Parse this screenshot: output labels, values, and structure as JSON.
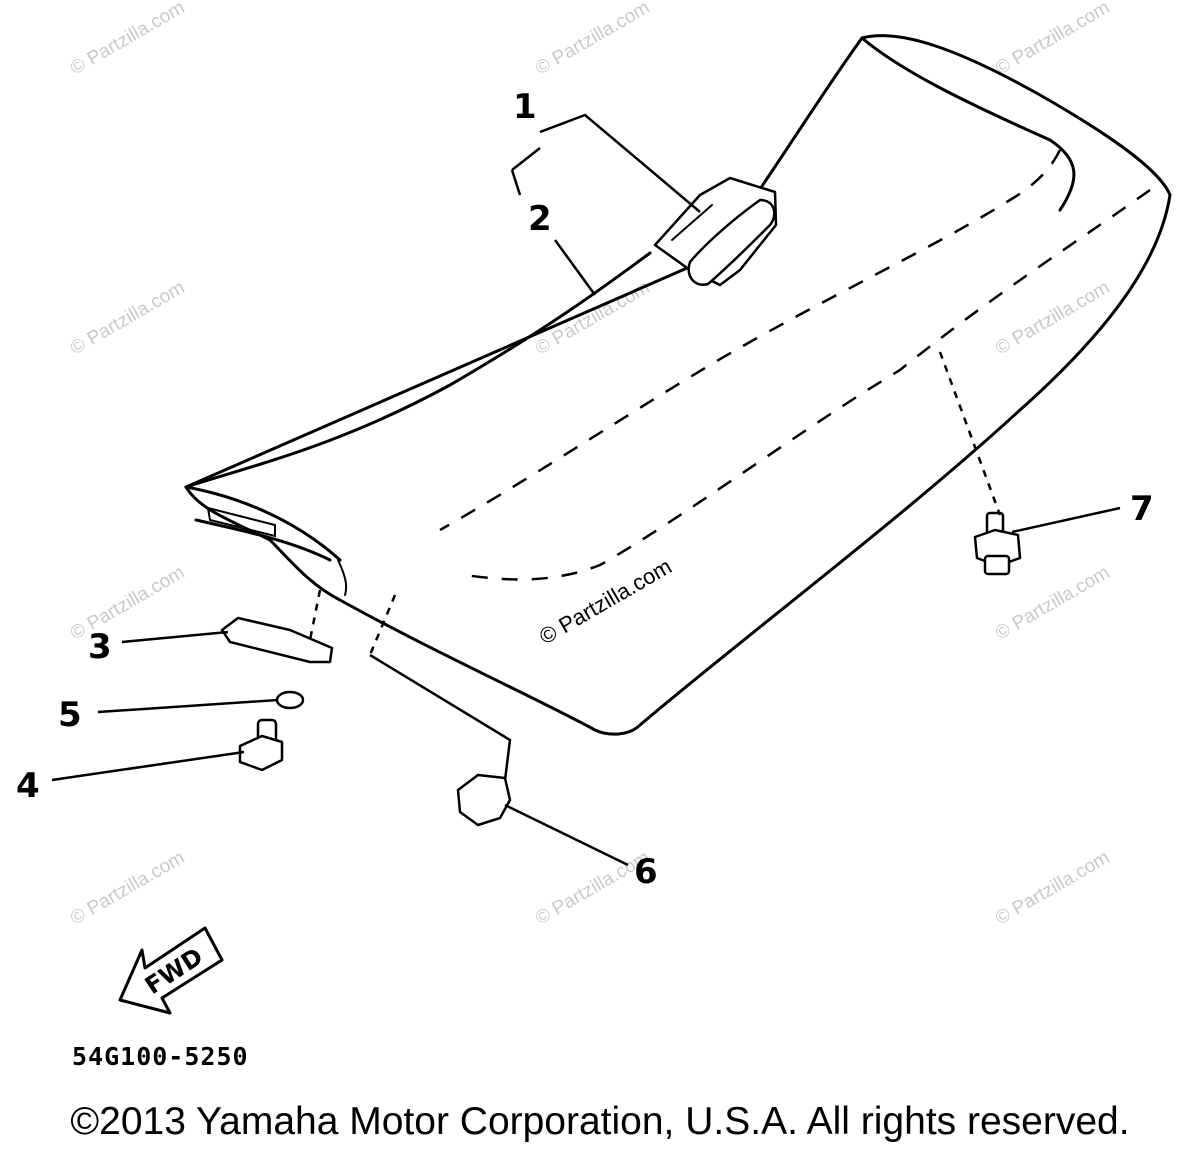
{
  "watermark": "© Partzilla.com",
  "callouts": [
    {
      "id": "1",
      "label": "1"
    },
    {
      "id": "2",
      "label": "2"
    },
    {
      "id": "3",
      "label": "3"
    },
    {
      "id": "4",
      "label": "4"
    },
    {
      "id": "5",
      "label": "5"
    },
    {
      "id": "6",
      "label": "6"
    },
    {
      "id": "7",
      "label": "7"
    }
  ],
  "fwd_arrow_label": "FWD",
  "diagram_code": "54G100-5250",
  "copyright": "©2013 Yamaha Motor Corporation, U.S.A. All rights reserved."
}
